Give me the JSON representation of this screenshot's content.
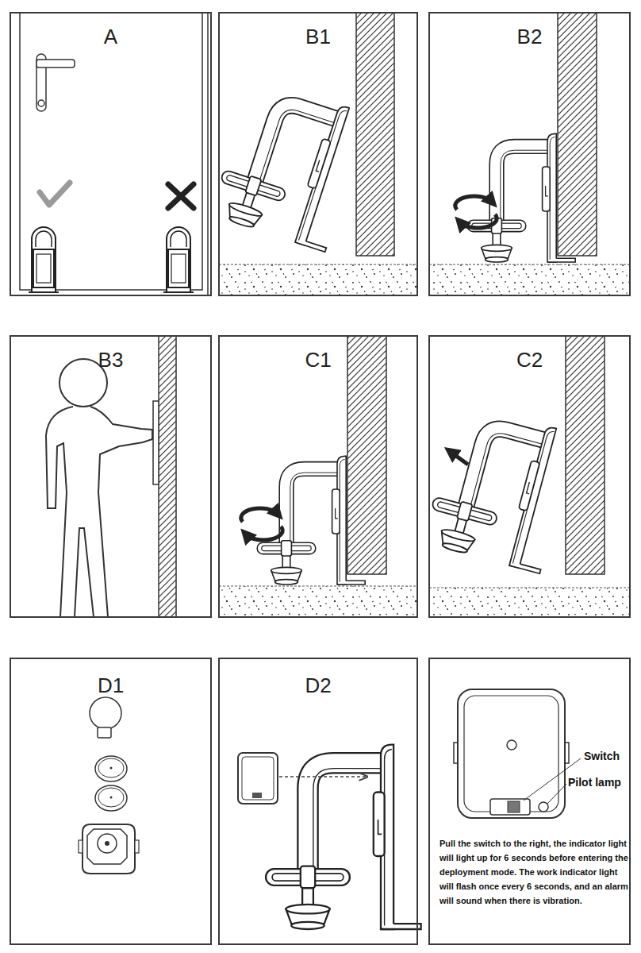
{
  "diagram": {
    "nodes": [
      {
        "text": [
          "A"
        ]
      },
      {
        "text": [
          "B1"
        ]
      },
      {
        "text": [
          "B2"
        ]
      },
      {
        "text": [
          "B3"
        ]
      },
      {
        "text": [
          "C1"
        ]
      },
      {
        "text": [
          "C2"
        ]
      },
      {
        "text": [
          "D1"
        ]
      },
      {
        "text": [
          "D2"
        ]
      },
      {
        "text": [
          "Pull the switch to the right, the indicator light will light up for 6 seconds before entering the deployment mode. The work indicator light will flash once every 6 seconds, and an alarm will sound when there is vibration."
        ]
      }
    ],
    "labels": [
      "Switch",
      "Pilot lamp"
    ]
  }
}
